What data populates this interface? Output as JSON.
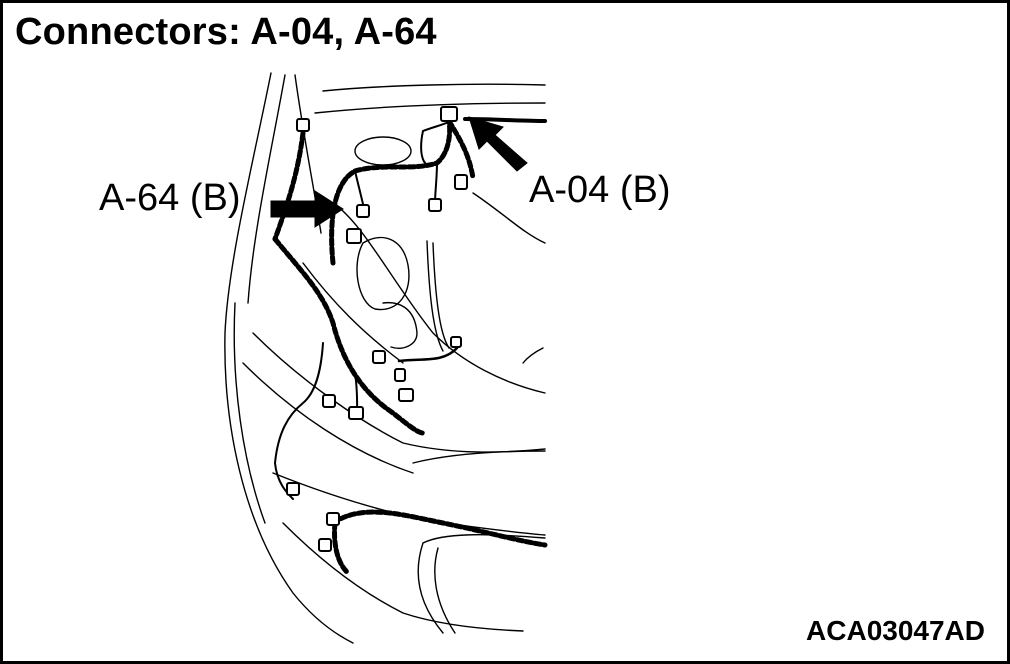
{
  "title": "Connectors: A-04, A-64",
  "callouts": {
    "a64": "A-64 (B)",
    "a04": "A-04 (B)"
  },
  "figure_id": "ACA03047AD",
  "colors": {
    "line": "#000000",
    "background": "#ffffff"
  }
}
